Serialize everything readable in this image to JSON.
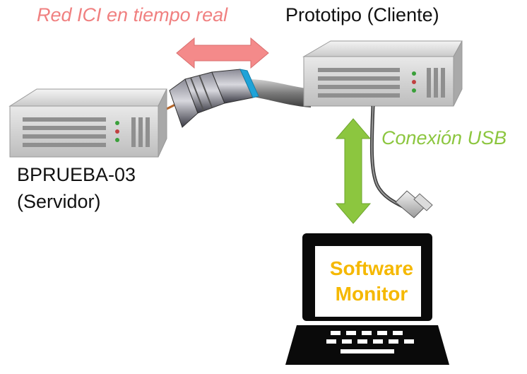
{
  "labels": {
    "network": "Red ICI en tiempo real",
    "client": "Prototipo (Cliente)",
    "usb": "Conexión USB",
    "server_name": "BPRUEBA-03",
    "server_role": "(Servidor)"
  },
  "laptop": {
    "screen_line1": "Software",
    "screen_line2": "Monitor"
  },
  "colors": {
    "network_arrow": "#f08080",
    "usb_arrow": "#8cc63f",
    "screen_text": "#f5b800",
    "cable": "#1fa3d8"
  },
  "icons": [
    "server-icon",
    "coax-connector-icon",
    "usb-plug-icon",
    "laptop-icon",
    "double-arrow-icon"
  ]
}
